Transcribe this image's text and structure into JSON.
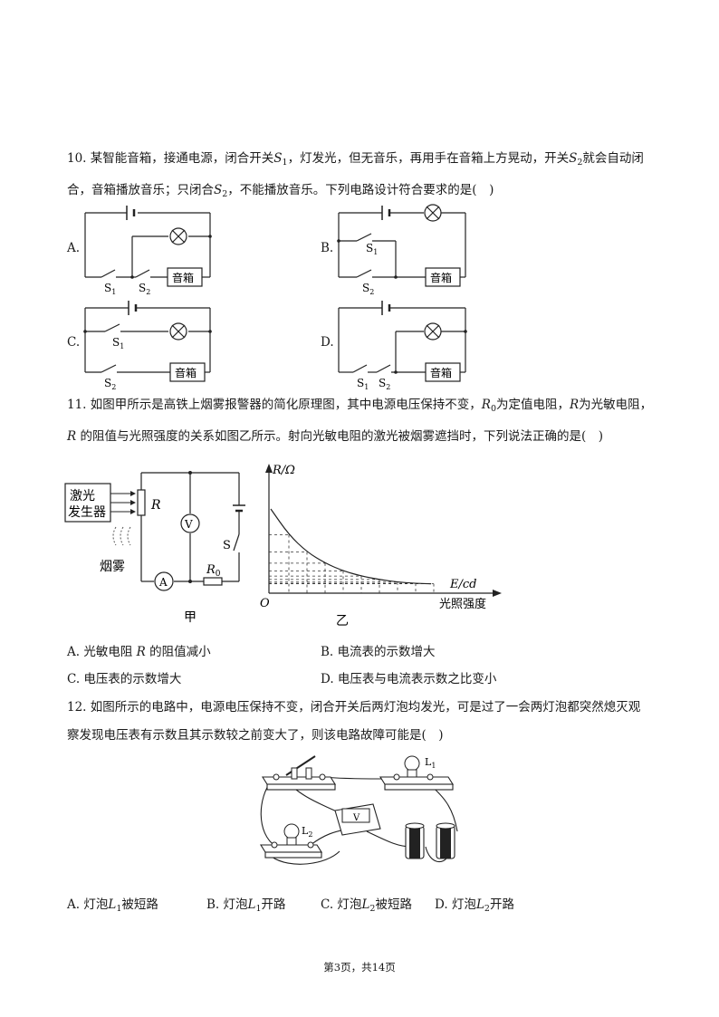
{
  "q10": {
    "num": "10.",
    "text_a": "某智能音箱，接通电源，闭合开关",
    "s1_var": "S",
    "s1_sub": "1",
    "text_b": "，灯发光，但无音乐，再用手在音箱上方晃动，开关",
    "s2_var": "S",
    "s2_sub": "2",
    "text_c": "就会自动闭",
    "line2_a": "合，音箱播放音乐；只闭合",
    "line2_b": "，不能播放音乐。下列电路设计符合要求的是(　)",
    "options": [
      "A.",
      "B.",
      "C.",
      "D."
    ],
    "speaker_label": "音箱",
    "switch_s": "S",
    "switch_1": "1",
    "switch_2": "2"
  },
  "q11": {
    "num": "11.",
    "line1_a": "如图甲所示是高铁上烟雾报警器的简化原理图，其中电源电压保持不变，",
    "r0_var": "R",
    "r0_sub": "0",
    "line1_b": "为定值电阻，",
    "r_var": "R",
    "line1_c": "为光敏电阻，",
    "line2_a": "的阻值与光照强度的关系如图乙所示。射向光敏电阻的激光被烟雾遮挡时，下列说法正确的是(　)",
    "fig_jia": {
      "laser_line1": "激光",
      "laser_line2": "发生器",
      "smoke": "烟雾",
      "r_label": "R",
      "voltmeter": "V",
      "ammeter": "A",
      "switch": "S",
      "r0_label": "R",
      "r0_sub": "0",
      "caption": "甲"
    },
    "fig_yi": {
      "y_axis": "R/Ω",
      "x_axis_unit": "E/cd",
      "x_axis_name": "光照强度",
      "origin": "O",
      "caption": "乙"
    },
    "options": [
      {
        "label": "A. 光敏电阻 ",
        "var": "R",
        "rest": " 的阻值减小"
      },
      {
        "label": "B. 电流表的示数增大"
      },
      {
        "label": "C. 电压表的示数增大"
      },
      {
        "label": "D. 电压表与电流表示数之比变小"
      }
    ]
  },
  "q12": {
    "num": "12.",
    "line1": "如图所示的电路中，电源电压保持不变，闭合开关后两灯泡均发光，可是过了一会两灯泡都突然熄灭观",
    "line2": "察发现电压表有示数且其示数较之前变大了，则该电路故障可能是(　)",
    "fig": {
      "l1": "L",
      "l1_sub": "1",
      "l2": "L",
      "l2_sub": "2",
      "meter": "V"
    },
    "options": [
      {
        "prefix": "A. 灯泡",
        "var": "L",
        "sub": "1",
        "suffix": "被短路"
      },
      {
        "prefix": "B. 灯泡",
        "var": "L",
        "sub": "1",
        "suffix": "开路"
      },
      {
        "prefix": "C. 灯泡",
        "var": "L",
        "sub": "2",
        "suffix": "被短路"
      },
      {
        "prefix": "D. 灯泡",
        "var": "L",
        "sub": "2",
        "suffix": "开路"
      }
    ]
  },
  "footer": "第3页，共14页",
  "graph_curve": {
    "note_values": "decreasing R vs E",
    "E": [
      0,
      1,
      2,
      3,
      4,
      5,
      6,
      7,
      8,
      9
    ],
    "R": [
      10,
      7.0,
      5.0,
      3.7,
      2.8,
      2.2,
      1.8,
      1.5,
      1.35,
      1.3
    ]
  }
}
